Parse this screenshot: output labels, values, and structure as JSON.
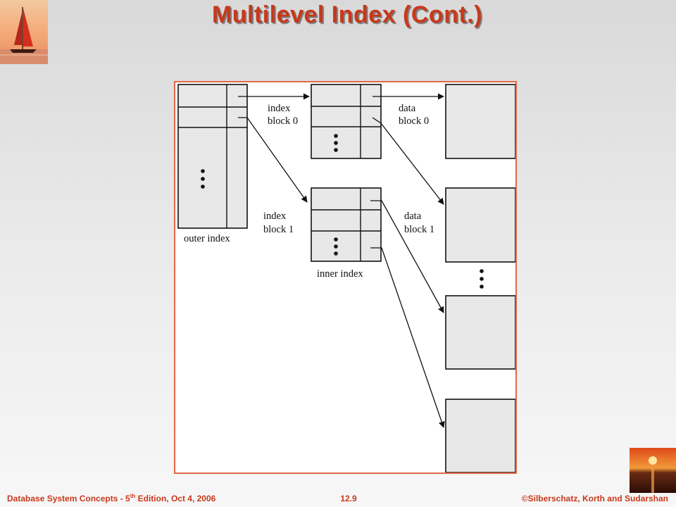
{
  "slide": {
    "title": "Multilevel Index (Cont.)"
  },
  "diagram": {
    "outer_index_label": "outer index",
    "inner_index_label": "inner index",
    "index_block_0": [
      "index",
      "block 0"
    ],
    "index_block_1": [
      "index",
      "block 1"
    ],
    "data_block_0": [
      "data",
      "block 0"
    ],
    "data_block_1": [
      "data",
      "block 1"
    ],
    "block_fill": "#e8e8e8",
    "frame_color": "#e2674a"
  },
  "footer": {
    "left_prefix": "Database  System Concepts  - 5",
    "left_sup": "th",
    "left_suffix": " Edition, Oct 4, 2006",
    "center": "12.9",
    "right": "©Silberschatz, Korth and Sudarshan"
  },
  "colors": {
    "accent": "#c8381a"
  }
}
